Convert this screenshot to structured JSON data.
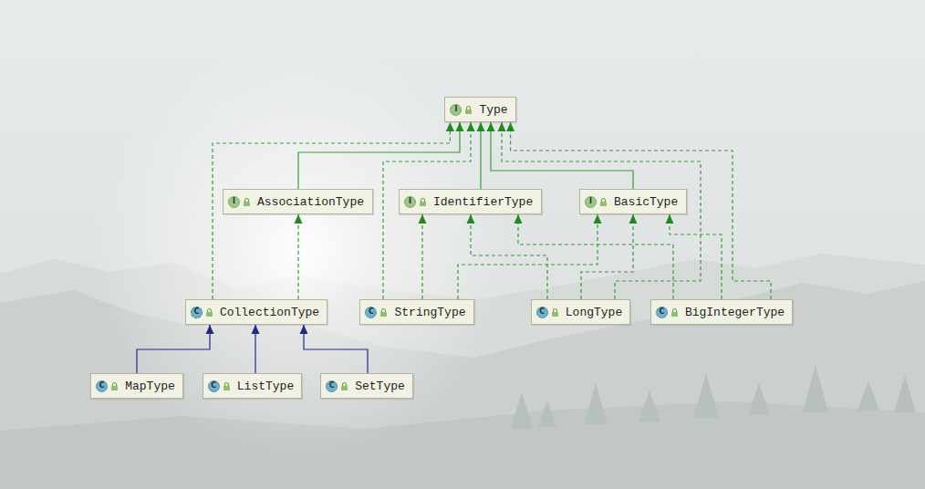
{
  "diagram": {
    "nodes": [
      {
        "text": [
          "I",
          "Type"
        ]
      },
      {
        "text": [
          "I",
          "AssociationType"
        ]
      },
      {
        "text": [
          "I",
          "IdentifierType"
        ]
      },
      {
        "text": [
          "I",
          "BasicType"
        ]
      },
      {
        "text": [
          "C",
          "CollectionType"
        ]
      },
      {
        "text": [
          "C",
          "StringType"
        ]
      },
      {
        "text": [
          "C",
          "LongType"
        ]
      },
      {
        "text": [
          "C",
          "BigIntegerType"
        ]
      },
      {
        "text": [
          "C",
          "MapType"
        ]
      },
      {
        "text": [
          "C",
          "ListType"
        ]
      },
      {
        "text": [
          "C",
          "SetType"
        ]
      }
    ],
    "edges": [
      {
        "from": 1,
        "to": 0,
        "arrow": "to"
      },
      {
        "from": 2,
        "to": 0,
        "arrow": "to"
      },
      {
        "from": 3,
        "to": 0,
        "arrow": "to"
      },
      {
        "from": 4,
        "to": 0,
        "arrow": "to"
      },
      {
        "from": 4,
        "to": 1,
        "arrow": "to"
      },
      {
        "from": 5,
        "to": 0,
        "arrow": "to"
      },
      {
        "from": 5,
        "to": 2,
        "arrow": "to"
      },
      {
        "from": 5,
        "to": 3,
        "arrow": "to"
      },
      {
        "from": 6,
        "to": 0,
        "arrow": "to"
      },
      {
        "from": 6,
        "to": 2,
        "arrow": "to"
      },
      {
        "from": 6,
        "to": 3,
        "arrow": "to"
      },
      {
        "from": 7,
        "to": 0,
        "arrow": "to"
      },
      {
        "from": 7,
        "to": 2,
        "arrow": "to"
      },
      {
        "from": 7,
        "to": 3,
        "arrow": "to"
      },
      {
        "from": 8,
        "to": 4,
        "arrow": "to"
      },
      {
        "from": 9,
        "to": 4,
        "arrow": "to"
      },
      {
        "from": 10,
        "to": 4,
        "arrow": "to"
      }
    ]
  }
}
